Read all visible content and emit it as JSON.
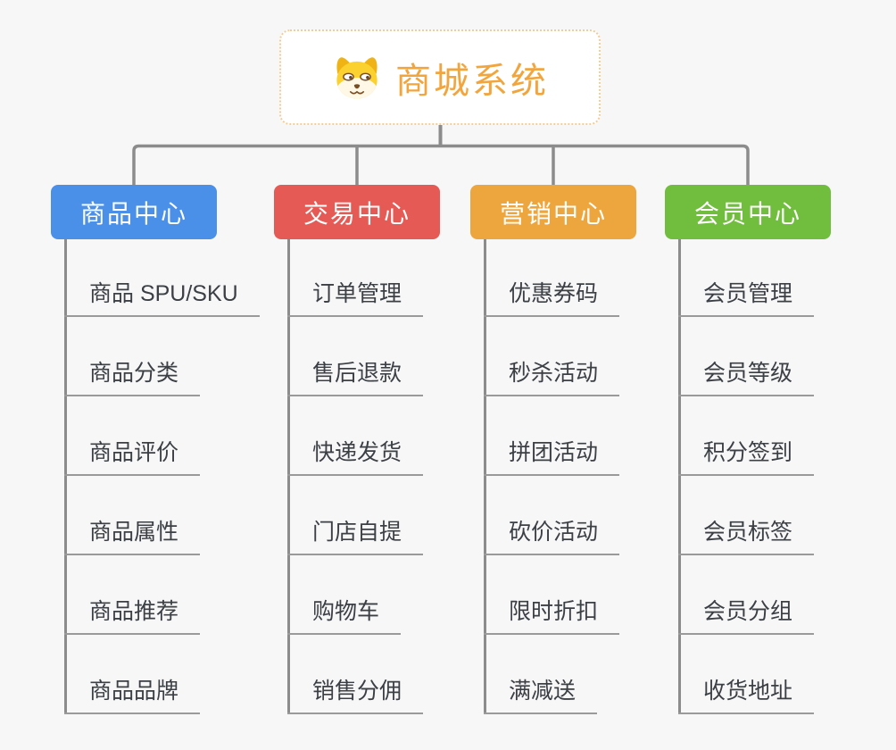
{
  "root": {
    "label": "商城系统",
    "icon": "dog-face-icon",
    "text_color": "#F2A53C",
    "border_color": "#F3CD96",
    "background": "#FFFFFF"
  },
  "categories": [
    {
      "label": "商品中心",
      "color": "#4A90E8",
      "items": [
        "商品 SPU/SKU",
        "商品分类",
        "商品评价",
        "商品属性",
        "商品推荐",
        "商品品牌"
      ]
    },
    {
      "label": "交易中心",
      "color": "#E65A55",
      "items": [
        "订单管理",
        "售后退款",
        "快递发货",
        "门店自提",
        "购物车",
        "销售分佣"
      ]
    },
    {
      "label": "营销中心",
      "color": "#EDA63D",
      "items": [
        "优惠券码",
        "秒杀活动",
        "拼团活动",
        "砍价活动",
        "限时折扣",
        "满减送"
      ]
    },
    {
      "label": "会员中心",
      "color": "#71BE3F",
      "items": [
        "会员管理",
        "会员等级",
        "积分签到",
        "会员标签",
        "会员分组",
        "收货地址"
      ]
    }
  ],
  "connector_color": "#8C8C8C",
  "underline_color": "#9A9A9A",
  "background_color": "#F7F7F8",
  "item_text_color": "#3C4045"
}
